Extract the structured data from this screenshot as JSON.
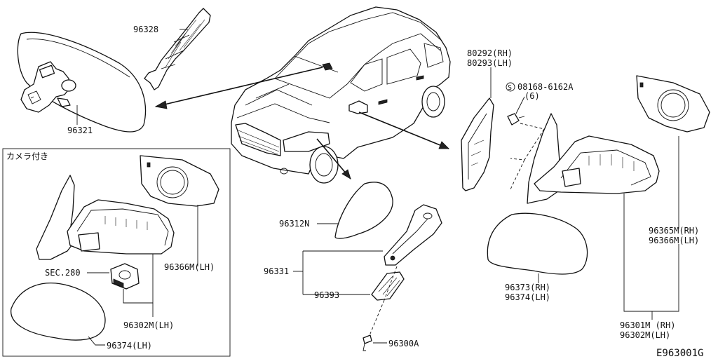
{
  "parts": {
    "p96321": "96321",
    "p96328": "96328",
    "p96312N": "96312N",
    "p96331": "96331",
    "p96393": "96393",
    "p96300A": "96300A",
    "p80292": "80292(RH)",
    "p80293": "80293(LH)",
    "screw_code": "08168-6162A",
    "screw_qty": "(6)",
    "screw_symbol": "S",
    "p96365M": "96365M(RH)",
    "p96366M_right": "96366M(LH)",
    "p96373": "96373(RH)",
    "p96374_right": "96374(LH)",
    "p96301M": "96301M (RH)",
    "p96302M_right": "96302M(LH)"
  },
  "inset": {
    "title": "カメラ付き",
    "sec": "SEC.280",
    "p96366M": "96366M(LH)",
    "p96302M": "96302M(LH)",
    "p96374": "96374(LH)"
  },
  "diagram_id": "E963001G"
}
